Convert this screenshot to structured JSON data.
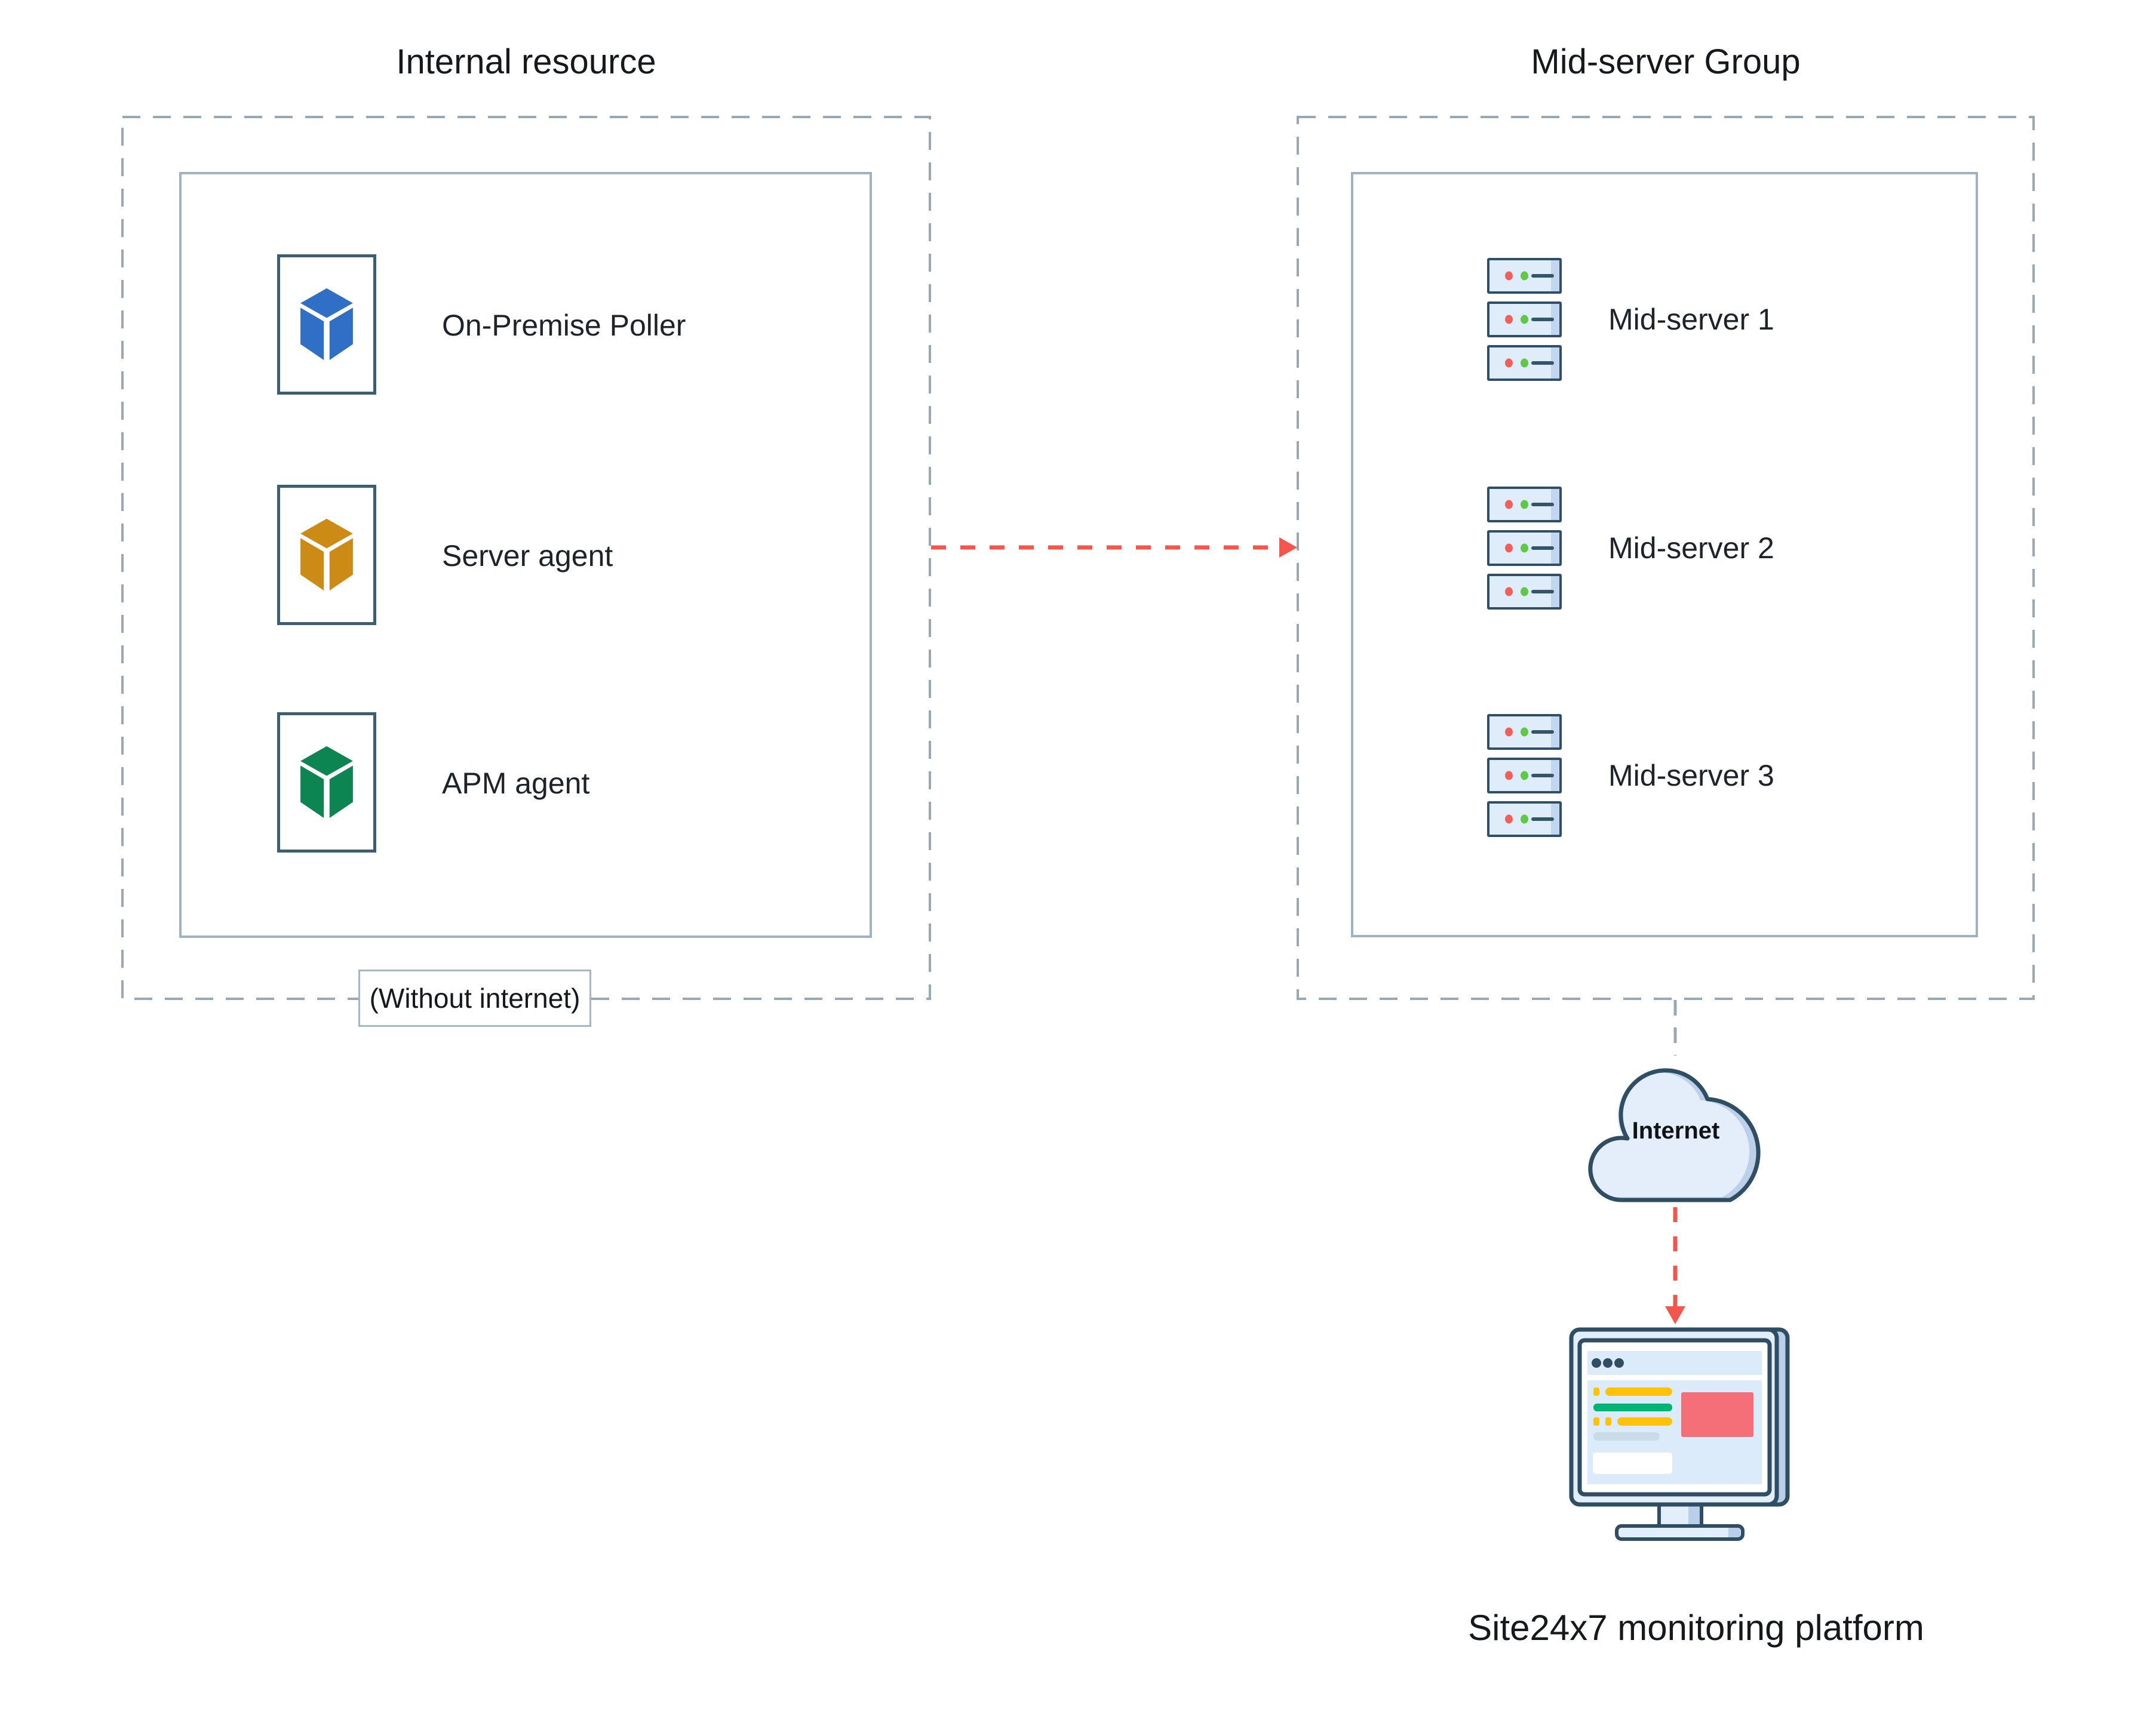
{
  "colors": {
    "dash_gray": "#98A8B4",
    "inner_box_border": "#9FB2BE",
    "cube_box_border": "#3A5F73",
    "dark_slate": "#2F4D63",
    "arrow_red": "#F4554D",
    "server_fill": "#DFECFA",
    "server_side_strip": "#C3D6F0",
    "led_red": "#F15F59",
    "led_green": "#5FC847",
    "cloud_fill": "#E4EEFA",
    "cloud_shade": "#BCD1E9",
    "monitor_fill": "#E3EEFB",
    "monitor_side": "#B9CEE9",
    "screen_panel": "#DCEBFA",
    "accent_yellow": "#FFC20A",
    "accent_green": "#00B573",
    "accent_gray": "#C9DAE8",
    "accent_red": "#F56F79"
  },
  "internal_resource": {
    "title": "Internal resource",
    "footer_label": "(Without internet)",
    "agents": [
      {
        "label": "On-Premise Poller",
        "icon": "cube-icon",
        "color": "#2F6FC5"
      },
      {
        "label": "Server agent",
        "icon": "cube-icon",
        "color": "#CC8B15"
      },
      {
        "label": "APM agent",
        "icon": "cube-icon",
        "color": "#0C8552"
      }
    ]
  },
  "mid_server_group": {
    "title": "Mid-server Group",
    "servers": [
      {
        "label": "Mid-server 1",
        "icon": "server-stack-icon"
      },
      {
        "label": "Mid-server 2",
        "icon": "server-stack-icon"
      },
      {
        "label": "Mid-server 3",
        "icon": "server-stack-icon"
      }
    ]
  },
  "internet": {
    "label": "Internet",
    "icon": "cloud-icon"
  },
  "platform": {
    "caption": "Site24x7 monitoring platform",
    "icon": "monitor-icon"
  }
}
